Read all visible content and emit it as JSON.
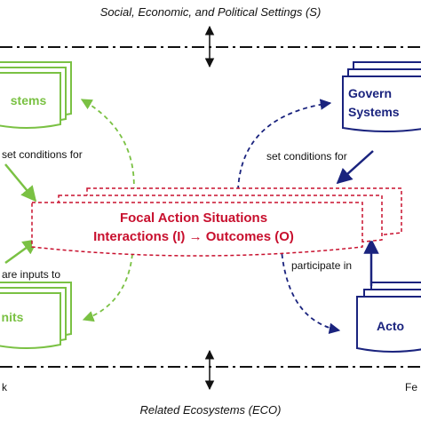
{
  "diagram": {
    "top_label": "Social, Economic, and Political Settings (S)",
    "bottom_label": "Related Ecosystems (ECO)",
    "left_top_box": "stems",
    "left_bottom_box": "nits",
    "right_top_box_line1": "Govern",
    "right_top_box_line2": "Systems",
    "right_bottom_box": "Acto",
    "left_set_conditions": "set conditions for",
    "left_inputs": "are inputs to",
    "right_set_conditions": "set conditions for",
    "right_participate": "participate in",
    "focal_line1": "Focal Action Situations",
    "focal_line2": "Interactions (I) → Outcomes (O)",
    "bottom_left_fragment": "k",
    "bottom_right_fragment": "Fe",
    "colors": {
      "green": "#7ac143",
      "navy": "#1a237e",
      "red": "#c8102e",
      "black": "#111111"
    }
  }
}
